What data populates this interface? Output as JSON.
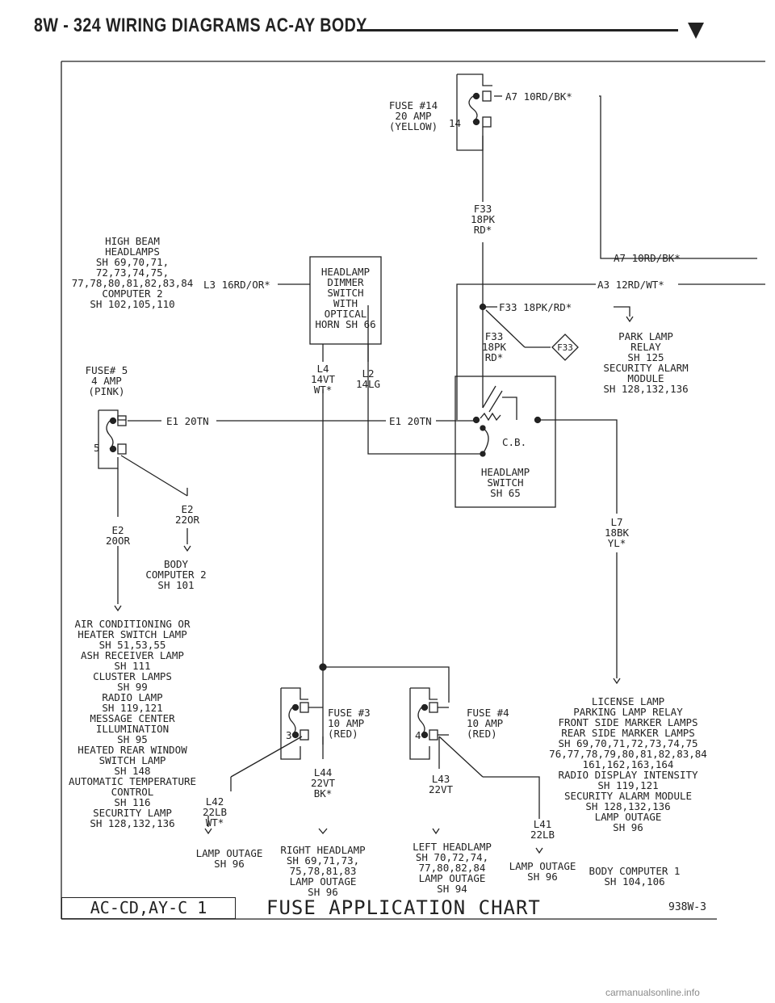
{
  "header": {
    "title": "8W - 324  WIRING DIAGRAMS AC-AY BODY"
  },
  "fuses": {
    "fuse14": {
      "label": "FUSE #14\n20 AMP\n(YELLOW)",
      "num": "14"
    },
    "fuse5": {
      "label": "FUSE# 5\n4 AMP\n(PINK)",
      "num": "5"
    },
    "fuse3": {
      "label": "FUSE #3\n10 AMP\n(RED)",
      "num": "3"
    },
    "fuse4": {
      "label": "FUSE #4\n10 AMP\n(RED)",
      "num": "4"
    }
  },
  "wires": {
    "a7_top": "A7 10RD/BK*",
    "a7_right": "A7 10RD/BK*",
    "a3_right": "A3 12RD/WT*",
    "f33_vertical": "F33\n18PK\nRD*",
    "f33_horizontal": "F33 18PK/RD*",
    "f33_lower": "F33\n18PK\nRD*",
    "f33_badge": "F33",
    "l3": "L3 16RD/OR*",
    "l4": "L4\n14VT\nWT*",
    "l2": "L2\n14LG",
    "e1_left": "E1 20TN",
    "e1_right": "E1 20TN",
    "e2_a": "E2\n22OR",
    "e2_b": "E2\n20OR",
    "l7": "L7\n18BK\nYL*",
    "l44": "L44\n22VT\nBK*",
    "l42": "L42\n22LB\nWT*",
    "l43": "L43\n22VT",
    "l41": "L41\n22LB"
  },
  "components": {
    "high_beam": "HIGH BEAM\nHEADLAMPS\nSH 69,70,71,\n72,73,74,75,\n77,78,80,81,82,83,84\nCOMPUTER 2\nSH 102,105,110",
    "dimmer": "HEADLAMP\nDIMMER\nSWITCH\nWITH\nOPTICAL\nHORN SH 66",
    "park_lamp": "PARK LAMP\nRELAY\nSH 125\nSECURITY ALARM\nMODULE\nSH 128,132,136",
    "cb": "C.B.",
    "headlamp_switch": "HEADLAMP\nSWITCH\nSH 65",
    "body_computer": "BODY\nCOMPUTER 2\nSH 101",
    "ac_list": "AIR CONDITIONING OR\nHEATER SWITCH LAMP\nSH 51,53,55\nASH RECEIVER LAMP\nSH 111\nCLUSTER LAMPS\nSH 99\nRADIO LAMP\nSH 119,121\nMESSAGE CENTER\nILLUMINATION\nSH 95\nHEATED REAR WINDOW\nSWITCH LAMP\nSH 148\nAUTOMATIC TEMPERATURE\nCONTROL\nSH 116\nSECURITY LAMP\nSH 128,132,136",
    "license_list": "LICENSE LAMP\nPARKING LAMP RELAY\nFRONT SIDE MARKER LAMPS\nREAR SIDE MARKER LAMPS\nSH 69,70,71,72,73,74,75\n76,77,78,79,80,81,82,83,84\n161,162,163,164\nRADIO DISPLAY INTENSITY\nSH 119,121\nSECURITY ALARM MODULE\nSH 128,132,136\nLAMP OUTAGE\nSH 96",
    "body_computer1": "BODY COMPUTER 1\nSH 104,106",
    "right_headlamp": "RIGHT HEADLAMP\nSH 69,71,73,\n75,78,81,83\nLAMP OUTAGE\nSH 96",
    "left_headlamp": "LEFT HEADLAMP\nSH 70,72,74,\n77,80,82,84\nLAMP OUTAGE\nSH 94",
    "lamp_outage_l42": "LAMP OUTAGE\nSH 96",
    "lamp_outage_l41": "LAMP OUTAGE\nSH 96"
  },
  "footer": {
    "code": "AC-CD,AY-C 1",
    "title": "FUSE APPLICATION CHART",
    "number": "938W-3"
  },
  "watermark": "carmanualsonline.info"
}
